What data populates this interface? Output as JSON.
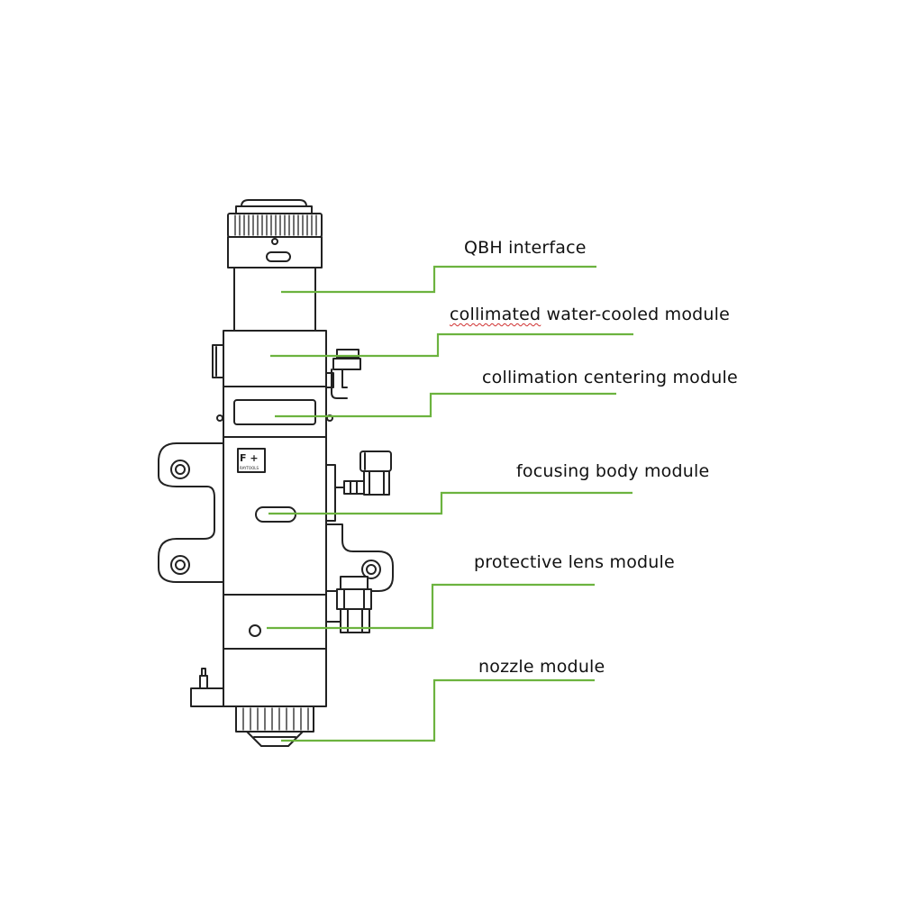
{
  "colors": {
    "leader": "#6cb33f",
    "drawing": "#222222",
    "background": "#ffffff"
  },
  "labels": {
    "qbh": "QBH interface",
    "collimated_word": "collimated",
    "collimated_rest": " water-cooled module",
    "centering": "collimation centering module",
    "focusing": "focusing body module",
    "protective": "protective lens module",
    "nozzle": "nozzle module"
  },
  "body_marking": {
    "line1": "F +",
    "line2": "RAYTOOLS"
  }
}
